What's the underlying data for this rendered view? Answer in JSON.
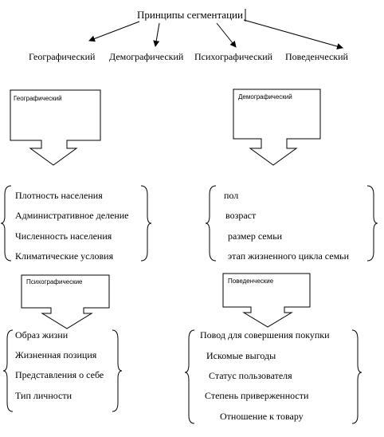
{
  "title": "Принципы сегментации",
  "principles": [
    "Географический",
    "Демографический",
    "Психографический",
    "Поведенческий"
  ],
  "boxes": {
    "geo": "Географический",
    "demo": "Демографический",
    "psycho": "Психографические",
    "behav": "Поведенческие"
  },
  "lists": {
    "geo": [
      "Плотность населения",
      "Административное деление",
      "Численность населения",
      "Климатические условия"
    ],
    "demo": [
      "пол",
      "возраст",
      "размер семьи",
      "этап жизненного цикла семьи"
    ],
    "psycho": [
      "Образ жизни",
      "Жизненная позиция",
      "Представления о себе",
      "Тип личности"
    ],
    "behav": [
      "Повод для совершения покупки",
      "Искомые выгоды",
      "Статус пользователя",
      "Степень приверженности",
      "Отношение к товару"
    ]
  }
}
